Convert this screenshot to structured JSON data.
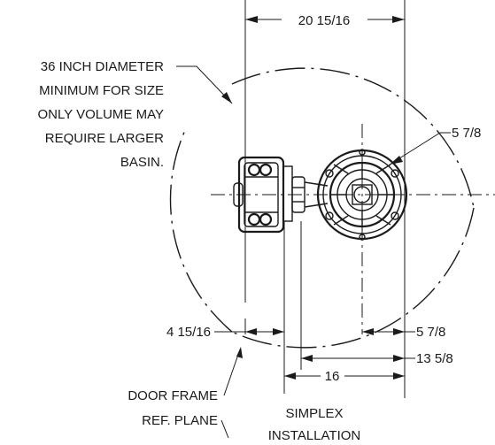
{
  "colors": {
    "ink": "#1a1a1a",
    "background": "#ffffff"
  },
  "dimensions": {
    "overall_width": "20 15/16",
    "pump_diameter_top": "5 7/8",
    "door_frame_offset": "4 15/16",
    "pump_offset_right": "5 7/8",
    "center_to_center": "13 5/8",
    "discharge_to_center": "16"
  },
  "notes": {
    "basin_note": [
      "36 INCH DIAMETER",
      "MINIMUM FOR SIZE",
      "ONLY VOLUME MAY",
      "REQUIRE LARGER",
      "BASIN."
    ],
    "door_frame": [
      "DOOR FRAME",
      "REF. PLANE"
    ],
    "installation": [
      "SIMPLEX",
      "INSTALLATION"
    ]
  }
}
